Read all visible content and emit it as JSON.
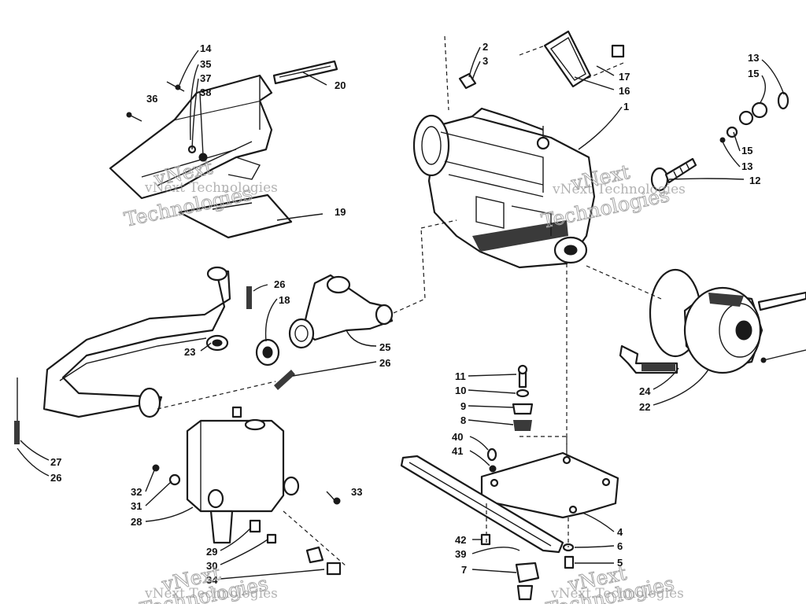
{
  "diagram": {
    "callouts": [
      {
        "id": "c14a",
        "text": "14"
      },
      {
        "id": "c35",
        "text": "35"
      },
      {
        "id": "c37",
        "text": "37"
      },
      {
        "id": "c38",
        "text": "38"
      },
      {
        "id": "c36",
        "text": "36"
      },
      {
        "id": "c20",
        "text": "20"
      },
      {
        "id": "c19",
        "text": "19"
      },
      {
        "id": "c2",
        "text": "2"
      },
      {
        "id": "c3",
        "text": "3"
      },
      {
        "id": "c17",
        "text": "17"
      },
      {
        "id": "c16",
        "text": "16"
      },
      {
        "id": "c1",
        "text": "1"
      },
      {
        "id": "c13a",
        "text": "13"
      },
      {
        "id": "c15a",
        "text": "15"
      },
      {
        "id": "c15b",
        "text": "15"
      },
      {
        "id": "c13b",
        "text": "13"
      },
      {
        "id": "c12",
        "text": "12"
      },
      {
        "id": "c26a",
        "text": "26"
      },
      {
        "id": "c18",
        "text": "18"
      },
      {
        "id": "c23",
        "text": "23"
      },
      {
        "id": "c25",
        "text": "25"
      },
      {
        "id": "c26b",
        "text": "26"
      },
      {
        "id": "c27",
        "text": "27"
      },
      {
        "id": "c26c",
        "text": "26"
      },
      {
        "id": "c24",
        "text": "24"
      },
      {
        "id": "c22",
        "text": "22"
      },
      {
        "id": "c11",
        "text": "11"
      },
      {
        "id": "c10",
        "text": "10"
      },
      {
        "id": "c9",
        "text": "9"
      },
      {
        "id": "c8",
        "text": "8"
      },
      {
        "id": "c40",
        "text": "40"
      },
      {
        "id": "c41",
        "text": "41"
      },
      {
        "id": "c32",
        "text": "32"
      },
      {
        "id": "c31",
        "text": "31"
      },
      {
        "id": "c28",
        "text": "28"
      },
      {
        "id": "c33",
        "text": "33"
      },
      {
        "id": "c29",
        "text": "29"
      },
      {
        "id": "c30",
        "text": "30"
      },
      {
        "id": "c34",
        "text": "34"
      },
      {
        "id": "c4",
        "text": "4"
      },
      {
        "id": "c6",
        "text": "6"
      },
      {
        "id": "c5",
        "text": "5"
      },
      {
        "id": "c42",
        "text": "42"
      },
      {
        "id": "c39",
        "text": "39"
      },
      {
        "id": "c7",
        "text": "7"
      }
    ],
    "watermarks": [
      {
        "id": "w1",
        "text": "vNext Technologies"
      },
      {
        "id": "w2",
        "text": "vNext Technologies"
      },
      {
        "id": "w3",
        "text": "vNext Technologies"
      },
      {
        "id": "w4",
        "text": "vNext Technologies"
      }
    ],
    "watermark_outline": [
      {
        "id": "o1",
        "text": "vNext"
      },
      {
        "id": "o2",
        "text": "Technologies"
      },
      {
        "id": "o3",
        "text": "vNext"
      },
      {
        "id": "o4",
        "text": "Technologies"
      },
      {
        "id": "o5",
        "text": "vNext"
      },
      {
        "id": "o6",
        "text": "Technologies"
      },
      {
        "id": "o7",
        "text": "vNext"
      },
      {
        "id": "o8",
        "text": "Technologies"
      }
    ]
  }
}
